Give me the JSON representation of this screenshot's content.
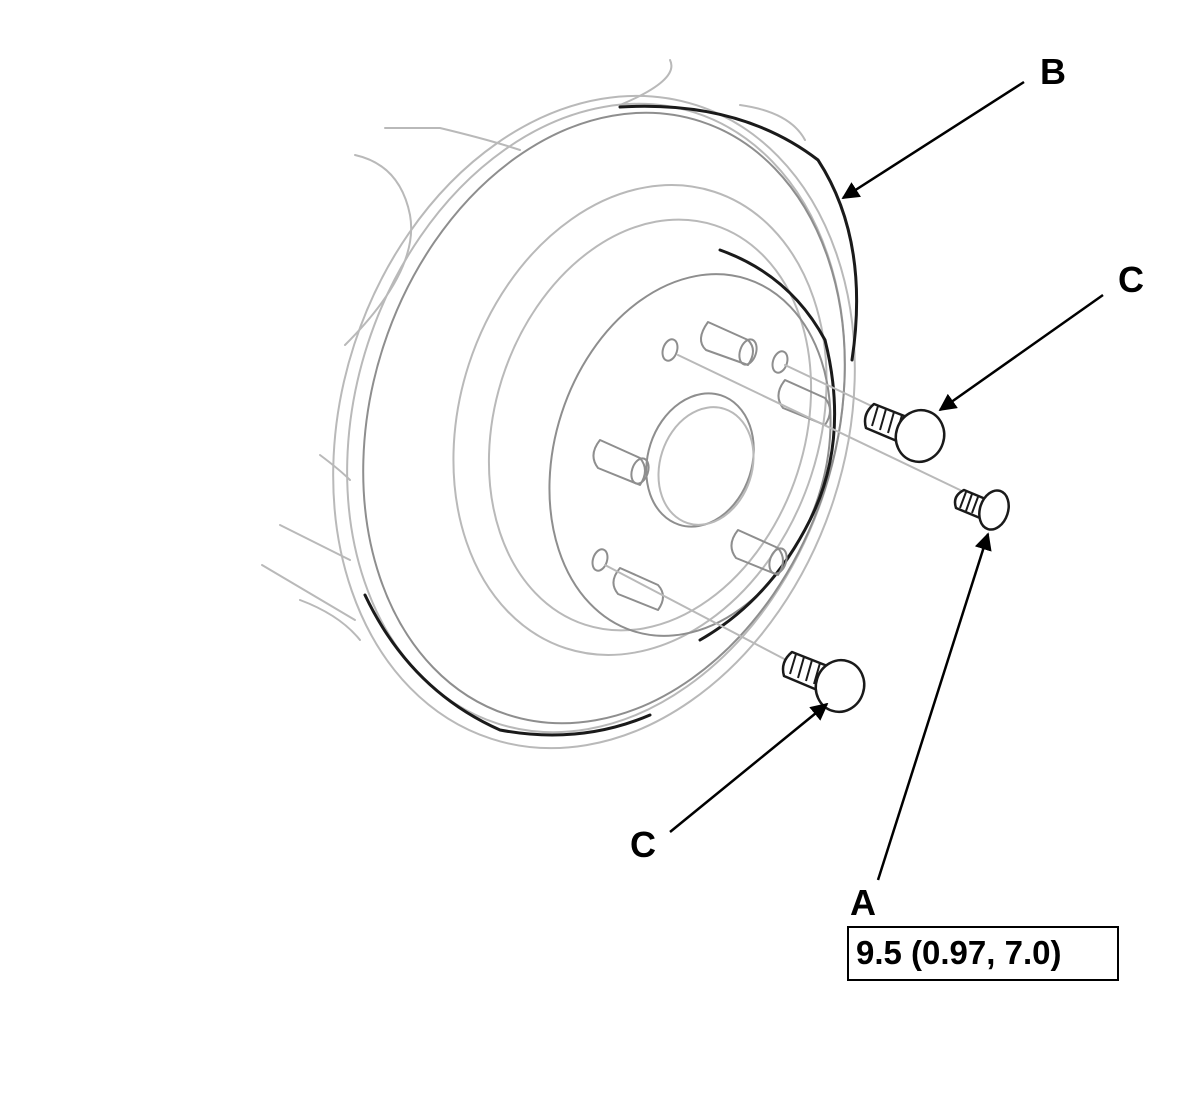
{
  "labels": {
    "a": "A",
    "b": "B",
    "c_upper": "C",
    "c_lower": "C"
  },
  "torque": {
    "value": "9.5 (0.97, 7.0)"
  }
}
